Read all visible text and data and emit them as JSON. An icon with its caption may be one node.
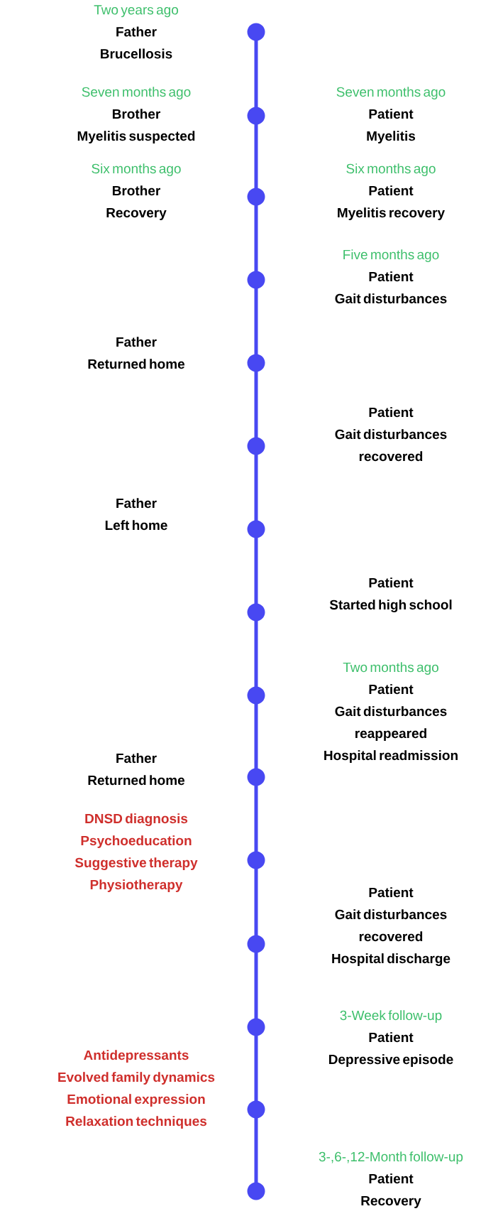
{
  "diagram": {
    "nodes": [
      {
        "text": [
          "Two years ago",
          "Father",
          "Brucellosis"
        ]
      },
      {
        "text": [
          "Seven months ago",
          "Brother",
          "Myelitis suspected"
        ]
      },
      {
        "text": [
          "Seven months ago",
          "Patient",
          "Myelitis"
        ]
      },
      {
        "text": [
          "Six months ago",
          "Brother",
          "Recovery"
        ]
      },
      {
        "text": [
          "Six months ago",
          "Patient",
          "Myelitis recovery"
        ]
      },
      {
        "text": [
          "Five months ago",
          "Patient",
          "Gait disturbances"
        ]
      },
      {
        "text": [
          "Father",
          "Returned home"
        ]
      },
      {
        "text": [
          "Patient",
          "Gait disturbances recovered"
        ]
      },
      {
        "text": [
          "Father",
          "Left home"
        ]
      },
      {
        "text": [
          "Patient",
          "Started high school"
        ]
      },
      {
        "text": [
          "Two months ago",
          "Patient",
          "Gait disturbances reappeared",
          "Hospital readmission"
        ]
      },
      {
        "text": [
          "Father",
          "Returned home"
        ]
      },
      {
        "text": [
          "DNSD diagnosis",
          "Psychoeducation",
          "Suggestive therapy",
          "Physiotherapy"
        ]
      },
      {
        "text": [
          "Patient",
          "Gait disturbances recovered",
          "Hospital discharge"
        ]
      },
      {
        "text": [
          "3-Week follow-up",
          "Patient",
          "Depressive episode"
        ]
      },
      {
        "text": [
          "Antidepressants",
          "Evolved family dynamics",
          "Emotional expression",
          "Relaxation techniques"
        ]
      },
      {
        "text": [
          "3-,6-,12-Month follow-up",
          "Patient",
          "Recovery"
        ]
      }
    ]
  }
}
